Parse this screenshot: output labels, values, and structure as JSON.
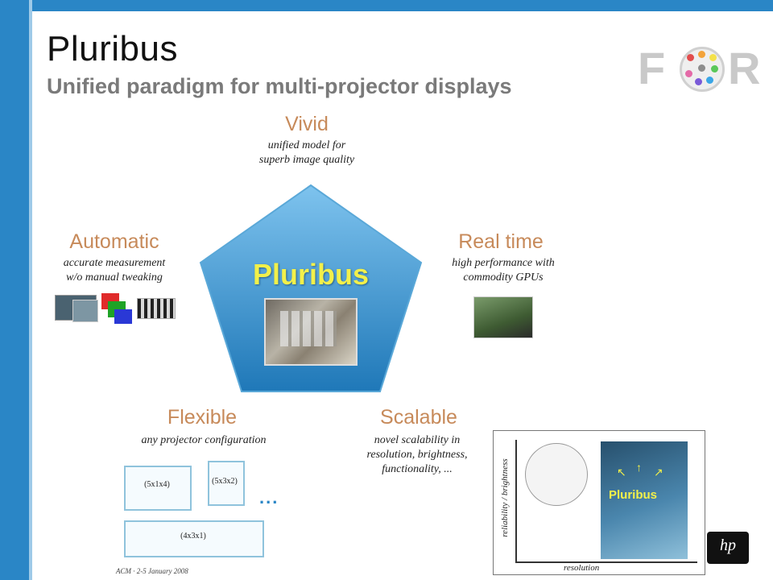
{
  "slide": {
    "title": "Pluribus",
    "subtitle": "Unified paradigm for multi-projector displays"
  },
  "brand": {
    "letters": [
      "F",
      "R"
    ],
    "dot_colors": [
      "#e24d4d",
      "#f3a33a",
      "#f4e14a",
      "#5ac85a",
      "#3aa6e6",
      "#7a5ad8",
      "#e46aa8",
      "#8d8d8d"
    ]
  },
  "center": {
    "label": "Pluribus",
    "colors": {
      "pentagon_top": "#7ec3ee",
      "pentagon_bottom": "#1f78b8",
      "label": "#f2f04a"
    }
  },
  "features": {
    "vivid": {
      "title": "Vivid",
      "desc_1": "unified model for",
      "desc_2": "superb image quality"
    },
    "automatic": {
      "title": "Automatic",
      "desc_1": "accurate measurement",
      "desc_2": "w/o manual tweaking"
    },
    "realtime": {
      "title": "Real time",
      "desc_1": "high performance with",
      "desc_2": "commodity GPUs"
    },
    "flexible": {
      "title": "Flexible",
      "desc_1": "any projector configuration"
    },
    "scalable": {
      "title": "Scalable",
      "desc_1": "novel scalability in",
      "desc_2": "resolution, brightness,",
      "desc_3": "functionality, ..."
    }
  },
  "configs": {
    "box_1": "(5x1x4)",
    "box_2": "(5x3x2)",
    "box_3": "(4x3x1)",
    "ellipsis": "..."
  },
  "plot": {
    "xlabel": "resolution",
    "ylabel": "reliability / brightness",
    "panel_label": "Pluribus"
  },
  "footer": {
    "text": "ACM · 2-5 January 2008"
  },
  "logo": {
    "text": "hp"
  }
}
